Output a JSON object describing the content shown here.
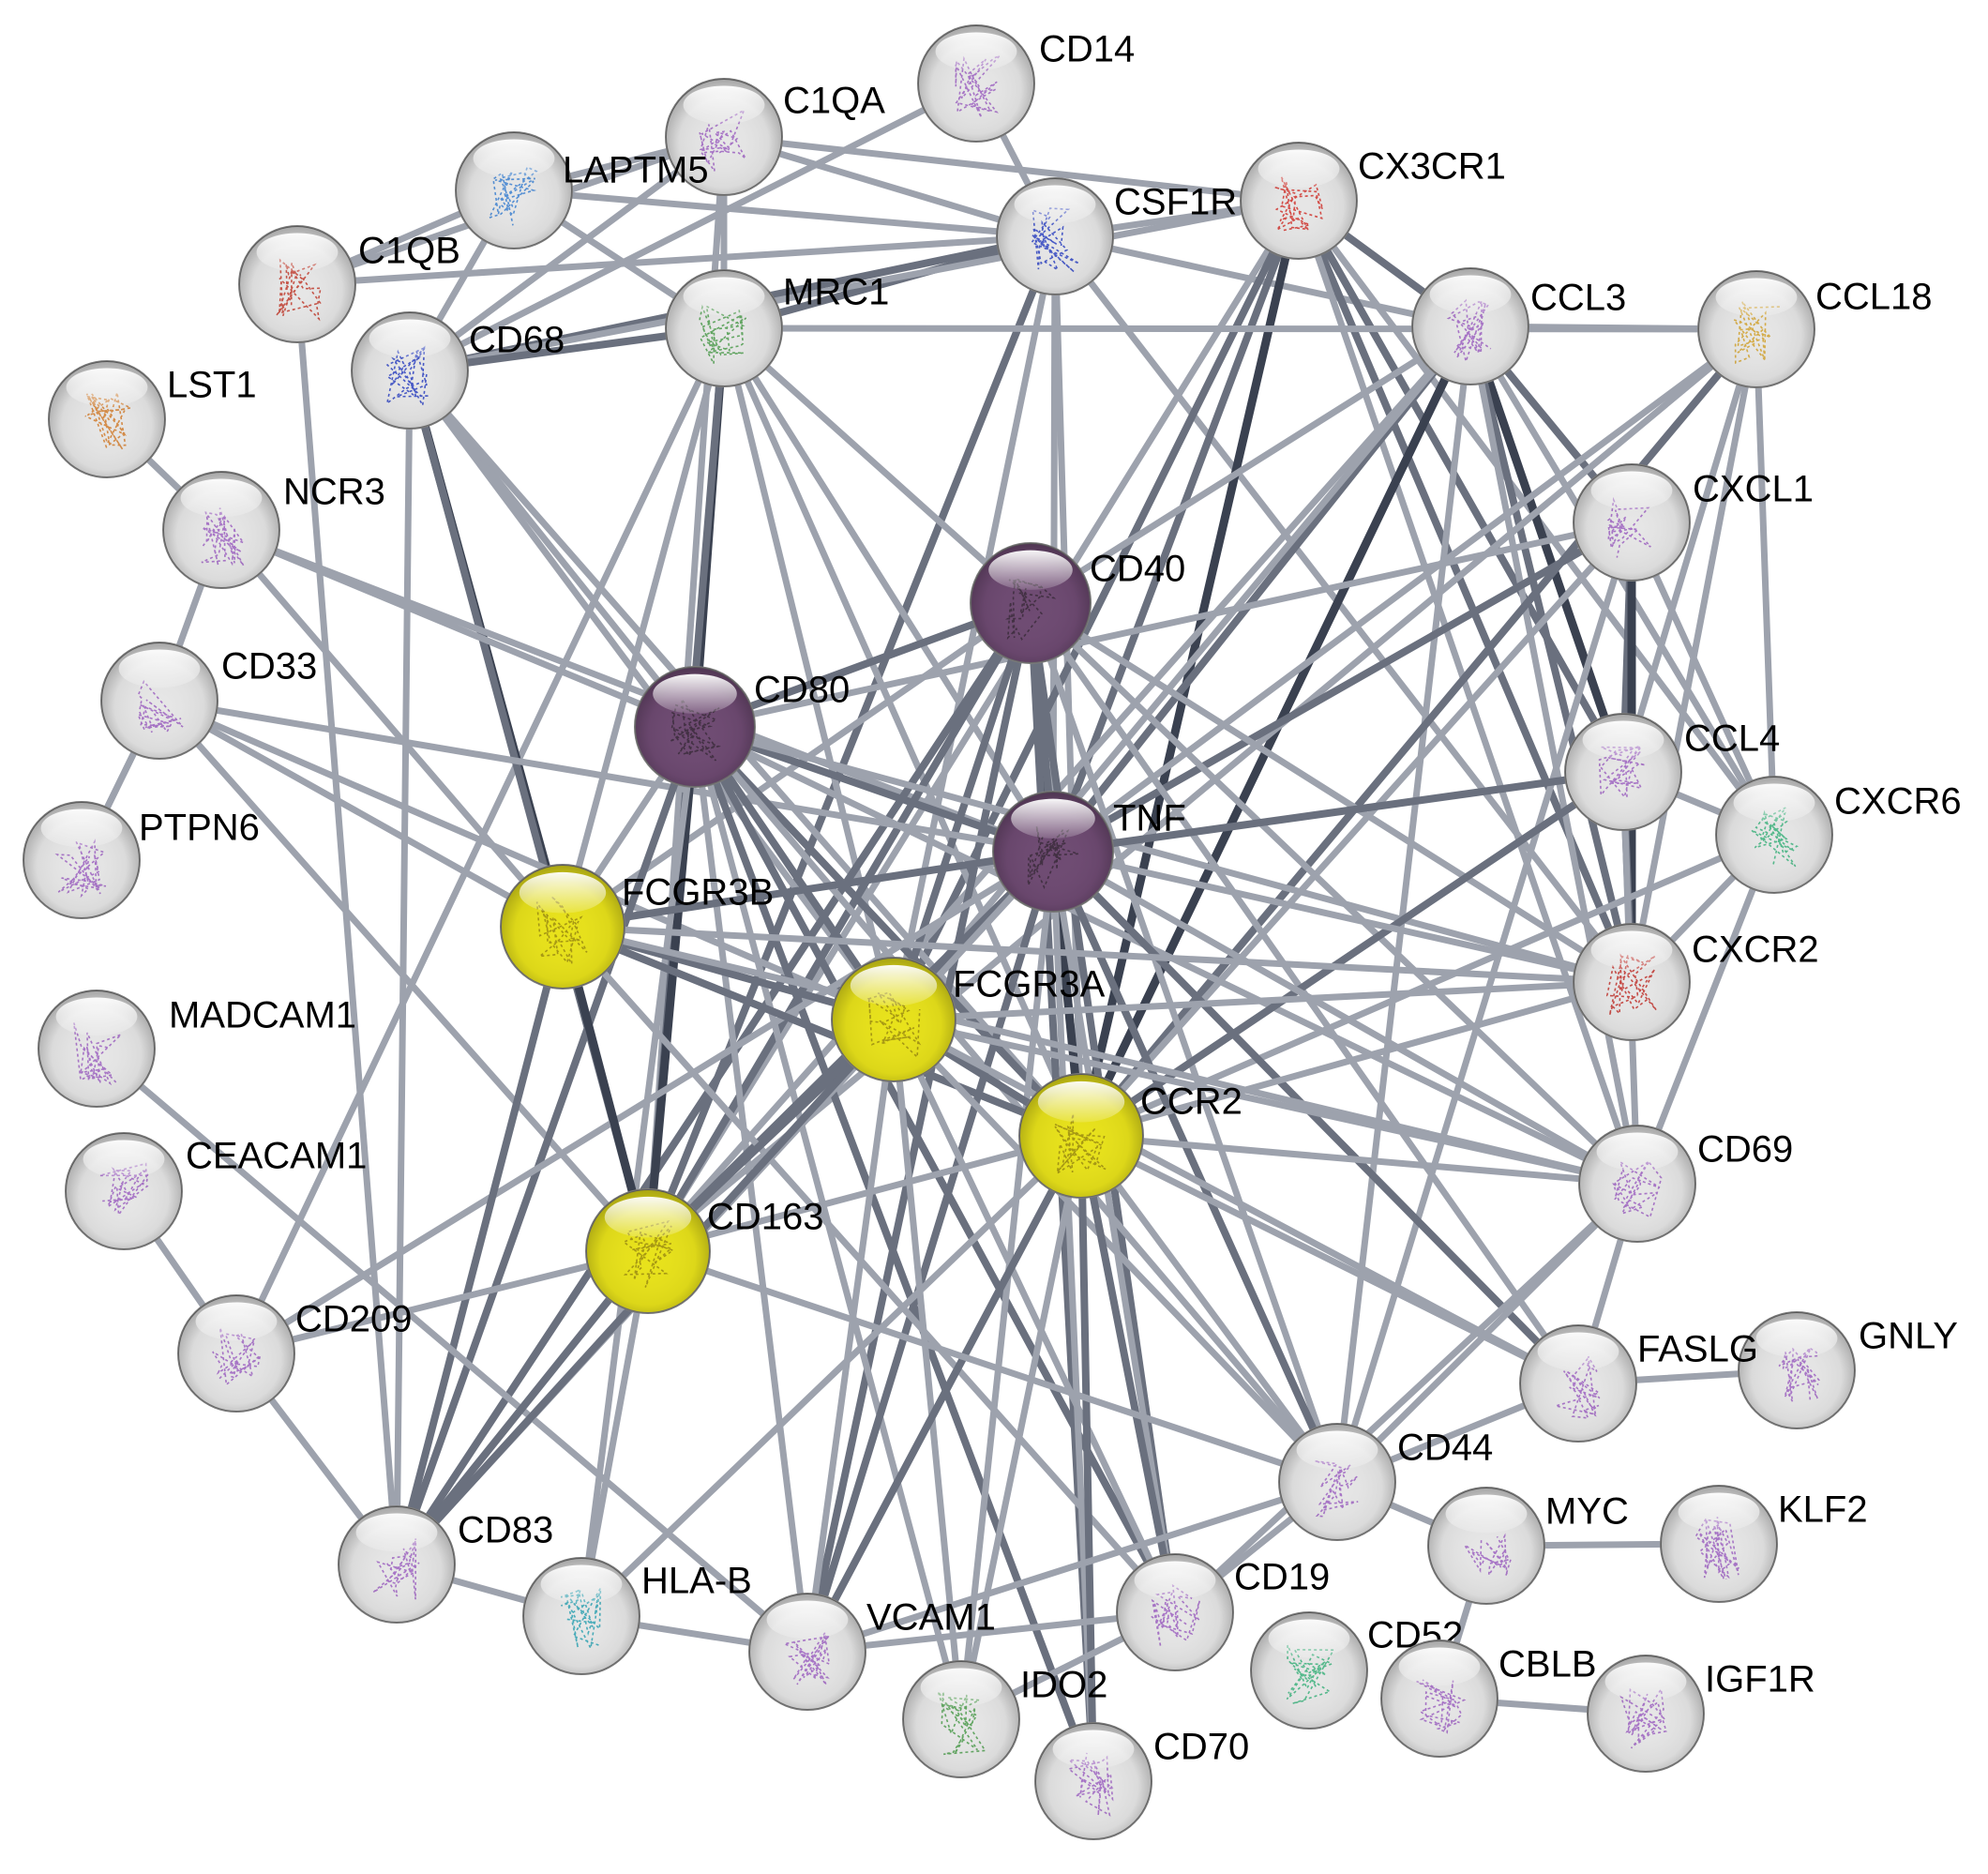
{
  "network": {
    "nodes": [
      {
        "id": "CD14",
        "label": "CD14",
        "color": "#e6e6e6",
        "structure": "#9b5fc0"
      },
      {
        "id": "C1QA",
        "label": "C1QA",
        "color": "#e6e6e6",
        "structure": "#9b5fc0"
      },
      {
        "id": "LAPTM5",
        "label": "LAPTM5",
        "color": "#e6e6e6",
        "structure": "#3a7fd0"
      },
      {
        "id": "C1QB",
        "label": "C1QB",
        "color": "#e6e6e6",
        "structure": "#c0392b"
      },
      {
        "id": "CSF1R",
        "label": "CSF1R",
        "color": "#e6e6e6",
        "structure": "#2a3fc0"
      },
      {
        "id": "CX3CR1",
        "label": "CX3CR1",
        "color": "#e6e6e6",
        "structure": "#d0302a"
      },
      {
        "id": "MRC1",
        "label": "MRC1",
        "color": "#e6e6e6",
        "structure": "#4a9a4a"
      },
      {
        "id": "CD68",
        "label": "CD68",
        "color": "#e6e6e6",
        "structure": "#2a3fc0"
      },
      {
        "id": "CCL3",
        "label": "CCL3",
        "color": "#e6e6e6",
        "structure": "#9b5fc0"
      },
      {
        "id": "CCL18",
        "label": "CCL18",
        "color": "#e6e6e6",
        "structure": "#d0a02a"
      },
      {
        "id": "LST1",
        "label": "LST1",
        "color": "#e6e6e6",
        "structure": "#d07a2a"
      },
      {
        "id": "NCR3",
        "label": "NCR3",
        "color": "#e6e6e6",
        "structure": "#9b5fc0"
      },
      {
        "id": "CXCL1",
        "label": "CXCL1",
        "color": "#e6e6e6",
        "structure": "#9b5fc0"
      },
      {
        "id": "CD40",
        "label": "CD40",
        "color": "#6e4a72",
        "structure": "#3a2a3a"
      },
      {
        "id": "CD33",
        "label": "CD33",
        "color": "#e6e6e6",
        "structure": "#9b5fc0"
      },
      {
        "id": "CD80",
        "label": "CD80",
        "color": "#6e4a72",
        "structure": "#3a2a3a"
      },
      {
        "id": "CCL4",
        "label": "CCL4",
        "color": "#e6e6e6",
        "structure": "#9b5fc0"
      },
      {
        "id": "CXCR6",
        "label": "CXCR6",
        "color": "#e6e6e6",
        "structure": "#3ab07a"
      },
      {
        "id": "PTPN6",
        "label": "PTPN6",
        "color": "#e6e6e6",
        "structure": "#9b5fc0"
      },
      {
        "id": "TNF",
        "label": "TNF",
        "color": "#6e4a72",
        "structure": "#3a2a3a"
      },
      {
        "id": "FCGR3B",
        "label": "FCGR3B",
        "color": "#e8e21a",
        "structure": "#9a8a10"
      },
      {
        "id": "CXCR2",
        "label": "CXCR2",
        "color": "#e6e6e6",
        "structure": "#c0302a"
      },
      {
        "id": "MADCAM1",
        "label": "MADCAM1",
        "color": "#e6e6e6",
        "structure": "#9b5fc0"
      },
      {
        "id": "FCGR3A",
        "label": "FCGR3A",
        "color": "#e8e21a",
        "structure": "#9a8a10"
      },
      {
        "id": "CEACAM1",
        "label": "CEACAM1",
        "color": "#e6e6e6",
        "structure": "#9b5fc0"
      },
      {
        "id": "CCR2",
        "label": "CCR2",
        "color": "#e8e21a",
        "structure": "#9a8a10"
      },
      {
        "id": "CD69",
        "label": "CD69",
        "color": "#e6e6e6",
        "structure": "#9b5fc0"
      },
      {
        "id": "CD163",
        "label": "CD163",
        "color": "#e8e21a",
        "structure": "#9a8a10"
      },
      {
        "id": "CD209",
        "label": "CD209",
        "color": "#e6e6e6",
        "structure": "#9b5fc0"
      },
      {
        "id": "GNLY",
        "label": "GNLY",
        "color": "#e6e6e6",
        "structure": "#9b5fc0"
      },
      {
        "id": "FASLG",
        "label": "FASLG",
        "color": "#e6e6e6",
        "structure": "#9b5fc0"
      },
      {
        "id": "CD44",
        "label": "CD44",
        "color": "#e6e6e6",
        "structure": "#9b5fc0"
      },
      {
        "id": "KLF2",
        "label": "KLF2",
        "color": "#e6e6e6",
        "structure": "#9b5fc0"
      },
      {
        "id": "MYC",
        "label": "MYC",
        "color": "#e6e6e6",
        "structure": "#9b5fc0"
      },
      {
        "id": "CD83",
        "label": "CD83",
        "color": "#e6e6e6",
        "structure": "#9b5fc0"
      },
      {
        "id": "HLA-B",
        "label": "HLA-B",
        "color": "#e6e6e6",
        "structure": "#2aa0b0"
      },
      {
        "id": "VCAM1",
        "label": "VCAM1",
        "color": "#e6e6e6",
        "structure": "#9b5fc0"
      },
      {
        "id": "CD19",
        "label": "CD19",
        "color": "#e6e6e6",
        "structure": "#9b5fc0"
      },
      {
        "id": "CD52",
        "label": "CD52",
        "color": "#e6e6e6",
        "structure": "#3ab07a"
      },
      {
        "id": "IDO2",
        "label": "IDO2",
        "color": "#e6e6e6",
        "structure": "#4a9a4a"
      },
      {
        "id": "CBLB",
        "label": "CBLB",
        "color": "#e6e6e6",
        "structure": "#9b5fc0"
      },
      {
        "id": "IGF1R",
        "label": "IGF1R",
        "color": "#e6e6e6",
        "structure": "#9b5fc0"
      },
      {
        "id": "CD70",
        "label": "CD70",
        "color": "#e6e6e6",
        "structure": "#9b5fc0"
      }
    ],
    "edges": [
      [
        "CD14",
        "CSF1R",
        1
      ],
      [
        "C1QA",
        "LAPTM5",
        1
      ],
      [
        "C1QA",
        "C1QB",
        1
      ],
      [
        "C1QA",
        "MRC1",
        1
      ],
      [
        "C1QA",
        "CD68",
        1
      ],
      [
        "C1QA",
        "CSF1R",
        1
      ],
      [
        "C1QA",
        "CX3CR1",
        1
      ],
      [
        "C1QA",
        "CD163",
        1
      ],
      [
        "LAPTM5",
        "C1QB",
        1
      ],
      [
        "LAPTM5",
        "MRC1",
        1
      ],
      [
        "LAPTM5",
        "CD68",
        1
      ],
      [
        "LAPTM5",
        "CSF1R",
        1
      ],
      [
        "C1QB",
        "CSF1R",
        1
      ],
      [
        "C1QB",
        "CD83",
        1
      ],
      [
        "CSF1R",
        "CX3CR1",
        1
      ],
      [
        "CSF1R",
        "MRC1",
        2
      ],
      [
        "CSF1R",
        "CD68",
        2
      ],
      [
        "CSF1R",
        "CCL3",
        1
      ],
      [
        "CSF1R",
        "TNF",
        1
      ],
      [
        "CSF1R",
        "CD163",
        2
      ],
      [
        "CSF1R",
        "FCGR3A",
        1
      ],
      [
        "CSF1R",
        "CCR2",
        1
      ],
      [
        "CSF1R",
        "CXCR2",
        1
      ],
      [
        "CX3CR1",
        "CCL3",
        2
      ],
      [
        "CX3CR1",
        "CCL4",
        2
      ],
      [
        "CX3CR1",
        "CXCR2",
        2
      ],
      [
        "CX3CR1",
        "CCR2",
        3
      ],
      [
        "CX3CR1",
        "CXCR6",
        1
      ],
      [
        "CX3CR1",
        "TNF",
        2
      ],
      [
        "CX3CR1",
        "CD163",
        1
      ],
      [
        "CX3CR1",
        "FCGR3A",
        2
      ],
      [
        "CX3CR1",
        "CD69",
        1
      ],
      [
        "CX3CR1",
        "CD68",
        1
      ],
      [
        "MRC1",
        "CD68",
        2
      ],
      [
        "MRC1",
        "CCL18",
        1
      ],
      [
        "MRC1",
        "CD80",
        3
      ],
      [
        "MRC1",
        "CD163",
        2
      ],
      [
        "MRC1",
        "TNF",
        1
      ],
      [
        "MRC1",
        "FCGR3A",
        1
      ],
      [
        "MRC1",
        "FCGR3B",
        1
      ],
      [
        "MRC1",
        "CD209",
        1
      ],
      [
        "MRC1",
        "CCR2",
        1
      ],
      [
        "MRC1",
        "CD40",
        1
      ],
      [
        "CD68",
        "FCGR3B",
        3
      ],
      [
        "CD68",
        "CD163",
        2
      ],
      [
        "CD68",
        "CD80",
        1
      ],
      [
        "CD68",
        "FCGR3A",
        1
      ],
      [
        "CD68",
        "CD83",
        1
      ],
      [
        "CD68",
        "CD14",
        1
      ],
      [
        "CD68",
        "CCR2",
        1
      ],
      [
        "CCL3",
        "CCL18",
        1
      ],
      [
        "CCL3",
        "CCL4",
        3
      ],
      [
        "CCL3",
        "CXCL1",
        2
      ],
      [
        "CCL3",
        "CXCR2",
        2
      ],
      [
        "CCL3",
        "CXCR6",
        1
      ],
      [
        "CCL3",
        "TNF",
        2
      ],
      [
        "CCL3",
        "CCR2",
        3
      ],
      [
        "CCL3",
        "CD40",
        1
      ],
      [
        "CCL3",
        "FCGR3A",
        1
      ],
      [
        "CCL3",
        "CD69",
        1
      ],
      [
        "CCL3",
        "CD163",
        1
      ],
      [
        "CCL3",
        "CD44",
        1
      ],
      [
        "CCL18",
        "CCL4",
        1
      ],
      [
        "CCL18",
        "CXCR2",
        1
      ],
      [
        "CCL18",
        "CXCR6",
        1
      ],
      [
        "CCL18",
        "CCR2",
        2
      ],
      [
        "CCL18",
        "TNF",
        1
      ],
      [
        "CCL18",
        "CD163",
        1
      ],
      [
        "LST1",
        "NCR3",
        1
      ],
      [
        "NCR3",
        "CD33",
        1
      ],
      [
        "NCR3",
        "FCGR3B",
        1
      ],
      [
        "NCR3",
        "CD80",
        1
      ],
      [
        "NCR3",
        "TNF",
        1
      ],
      [
        "CXCL1",
        "CCL4",
        2
      ],
      [
        "CXCL1",
        "CXCR2",
        3
      ],
      [
        "CXCL1",
        "TNF",
        2
      ],
      [
        "CXCL1",
        "CXCR6",
        1
      ],
      [
        "CXCL1",
        "CD44",
        1
      ],
      [
        "CXCL1",
        "CCR2",
        1
      ],
      [
        "CXCL1",
        "CD80",
        1
      ],
      [
        "CD40",
        "CD80",
        2
      ],
      [
        "CD40",
        "TNF",
        3
      ],
      [
        "CD40",
        "FCGR3A",
        2
      ],
      [
        "CD40",
        "CCR2",
        2
      ],
      [
        "CD40",
        "CD163",
        2
      ],
      [
        "CD40",
        "FCGR3B",
        1
      ],
      [
        "CD40",
        "CD83",
        2
      ],
      [
        "CD40",
        "CD19",
        2
      ],
      [
        "CD40",
        "CD44",
        1
      ],
      [
        "CD40",
        "VCAM1",
        2
      ],
      [
        "CD40",
        "CD70",
        2
      ],
      [
        "CD40",
        "CD69",
        1
      ],
      [
        "CD40",
        "FASLG",
        1
      ],
      [
        "CD40",
        "CXCR2",
        1
      ],
      [
        "CD33",
        "PTPN6",
        1
      ],
      [
        "CD33",
        "FCGR3B",
        1
      ],
      [
        "CD33",
        "CD163",
        1
      ],
      [
        "CD33",
        "TNF",
        1
      ],
      [
        "CD33",
        "FCGR3A",
        1
      ],
      [
        "CD80",
        "TNF",
        2
      ],
      [
        "CD80",
        "FCGR3A",
        2
      ],
      [
        "CD80",
        "CCR2",
        2
      ],
      [
        "CD80",
        "CD163",
        3
      ],
      [
        "CD80",
        "FCGR3B",
        1
      ],
      [
        "CD80",
        "CD83",
        2
      ],
      [
        "CD80",
        "CD19",
        2
      ],
      [
        "CD80",
        "CD70",
        2
      ],
      [
        "CD80",
        "CD44",
        1
      ],
      [
        "CD80",
        "CD69",
        1
      ],
      [
        "CD80",
        "CXCR2",
        1
      ],
      [
        "CD80",
        "HLA-B",
        1
      ],
      [
        "CD80",
        "IDO2",
        1
      ],
      [
        "CD80",
        "VCAM1",
        1
      ],
      [
        "CCL4",
        "CXCR6",
        1
      ],
      [
        "CCL4",
        "CXCR2",
        2
      ],
      [
        "CCL4",
        "TNF",
        2
      ],
      [
        "CCL4",
        "CCR2",
        2
      ],
      [
        "CCL4",
        "CD69",
        1
      ],
      [
        "CXCR6",
        "CXCR2",
        1
      ],
      [
        "CXCR6",
        "CCR2",
        1
      ],
      [
        "CXCR6",
        "CD69",
        1
      ],
      [
        "TNF",
        "FCGR3A",
        2
      ],
      [
        "TNF",
        "FCGR3B",
        2
      ],
      [
        "TNF",
        "CCR2",
        3
      ],
      [
        "TNF",
        "CD163",
        2
      ],
      [
        "TNF",
        "CXCR2",
        1
      ],
      [
        "TNF",
        "CD69",
        1
      ],
      [
        "TNF",
        "CD44",
        2
      ],
      [
        "TNF",
        "VCAM1",
        2
      ],
      [
        "TNF",
        "CD19",
        1
      ],
      [
        "TNF",
        "FASLG",
        2
      ],
      [
        "TNF",
        "CD70",
        1
      ],
      [
        "TNF",
        "CD83",
        1
      ],
      [
        "TNF",
        "IDO2",
        1
      ],
      [
        "TNF",
        "CD209",
        1
      ],
      [
        "FCGR3B",
        "FCGR3A",
        2
      ],
      [
        "FCGR3B",
        "CD163",
        3
      ],
      [
        "FCGR3B",
        "CCR2",
        2
      ],
      [
        "FCGR3B",
        "CXCR2",
        1
      ],
      [
        "FCGR3B",
        "CD83",
        2
      ],
      [
        "FCGR3B",
        "CD19",
        1
      ],
      [
        "FCGR3B",
        "CD69",
        1
      ],
      [
        "CXCR2",
        "FCGR3A",
        1
      ],
      [
        "CXCR2",
        "CCR2",
        1
      ],
      [
        "MADCAM1",
        "VCAM1",
        1
      ],
      [
        "FCGR3A",
        "CCR2",
        2
      ],
      [
        "FCGR3A",
        "CD163",
        2
      ],
      [
        "FCGR3A",
        "CD83",
        2
      ],
      [
        "FCGR3A",
        "CD69",
        1
      ],
      [
        "FCGR3A",
        "VCAM1",
        1
      ],
      [
        "FCGR3A",
        "CD19",
        1
      ],
      [
        "FCGR3A",
        "IDO2",
        1
      ],
      [
        "FCGR3A",
        "FASLG",
        1
      ],
      [
        "FCGR3A",
        "CD44",
        1
      ],
      [
        "CEACAM1",
        "CD209",
        1
      ],
      [
        "CCR2",
        "CD163",
        1
      ],
      [
        "CCR2",
        "CD69",
        1
      ],
      [
        "CCR2",
        "CD44",
        1
      ],
      [
        "CCR2",
        "CD19",
        2
      ],
      [
        "CCR2",
        "CD70",
        2
      ],
      [
        "CCR2",
        "VCAM1",
        2
      ],
      [
        "CCR2",
        "FASLG",
        1
      ],
      [
        "CCR2",
        "IDO2",
        1
      ],
      [
        "CCR2",
        "HLA-B",
        1
      ],
      [
        "CD69",
        "CD44",
        1
      ],
      [
        "CD69",
        "CD19",
        1
      ],
      [
        "CD69",
        "FASLG",
        1
      ],
      [
        "CD163",
        "CD209",
        1
      ],
      [
        "CD163",
        "CD83",
        2
      ],
      [
        "CD163",
        "HLA-B",
        1
      ],
      [
        "CD163",
        "CD44",
        1
      ],
      [
        "CD209",
        "CD83",
        1
      ],
      [
        "GNLY",
        "FASLG",
        1
      ],
      [
        "FASLG",
        "CD44",
        1
      ],
      [
        "CD44",
        "MYC",
        1
      ],
      [
        "CD44",
        "VCAM1",
        1
      ],
      [
        "CD44",
        "CD19",
        1
      ],
      [
        "KLF2",
        "MYC",
        1
      ],
      [
        "MYC",
        "CBLB",
        1
      ],
      [
        "CD83",
        "HLA-B",
        1
      ],
      [
        "HLA-B",
        "VCAM1",
        1
      ],
      [
        "VCAM1",
        "CD19",
        1
      ],
      [
        "CD19",
        "IDO2",
        1
      ],
      [
        "CBLB",
        "IGF1R",
        1
      ],
      [
        "PTPN6",
        "CD33",
        1
      ]
    ]
  }
}
